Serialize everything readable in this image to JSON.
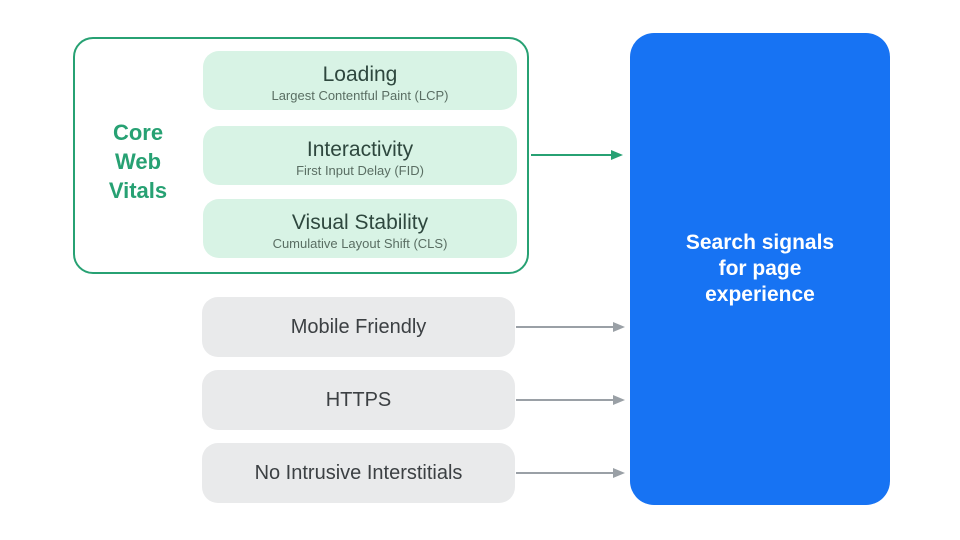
{
  "colors": {
    "green": "#27a173",
    "green_light": "#d8f3e5",
    "heading_dark": "#2e473e",
    "subtitle_gray": "#5a6e63",
    "gray_light": "#e9eaeb",
    "gray_text": "#3c4043",
    "arrow_gray": "#9aa0a6",
    "blue": "#1773f3",
    "white": "#ffffff"
  },
  "core_web_vitals": {
    "label_lines": [
      "Core",
      "Web",
      "Vitals"
    ],
    "items": [
      {
        "title": "Loading",
        "subtitle": "Largest Contentful Paint (LCP)"
      },
      {
        "title": "Interactivity",
        "subtitle": "First Input Delay (FID)"
      },
      {
        "title": "Visual Stability",
        "subtitle": "Cumulative Layout Shift (CLS)"
      }
    ]
  },
  "other_signals": [
    {
      "label": "Mobile Friendly"
    },
    {
      "label": "HTTPS"
    },
    {
      "label": "No Intrusive Interstitials"
    }
  ],
  "blue_panel": {
    "label_lines": [
      "Search signals",
      "for page",
      "experience"
    ]
  }
}
